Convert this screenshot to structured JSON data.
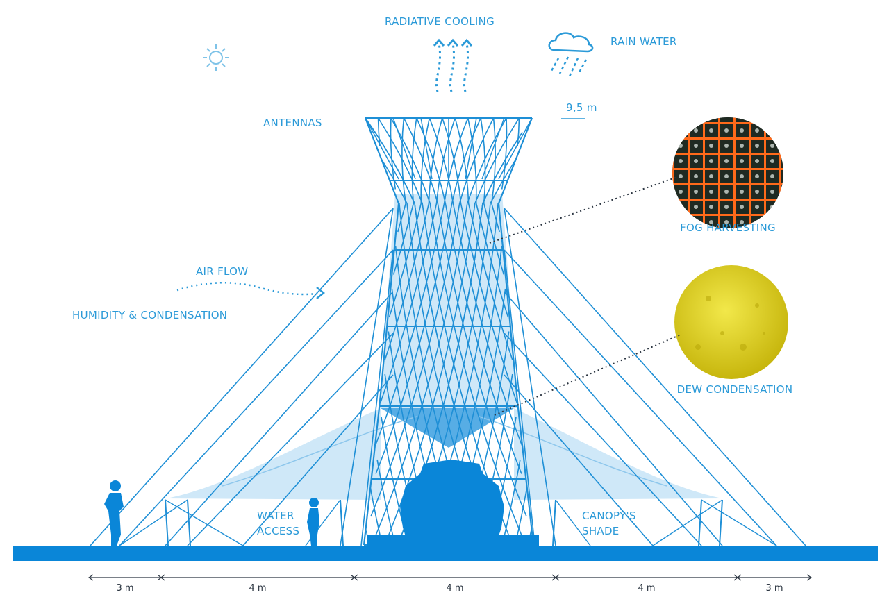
{
  "colors": {
    "accent": "#2b9ad8",
    "structure": "#1e8fd6",
    "ground": "#0a86d8",
    "fog_mesh": "#ff6a1a",
    "dew_surface": "#e6d81a",
    "dimension": "#2a3440"
  },
  "labels": {
    "radiative_cooling": "RADIATIVE COOLING",
    "rain_water": "RAIN WATER",
    "antennas": "ANTENNAS",
    "height": "9,5 m",
    "fog_harvesting": "FOG HARVESTING",
    "air_flow": "AIR FLOW",
    "humidity": "HUMIDITY & CONDENSATION",
    "dew_condensation": "DEW CONDENSATION",
    "water_access_1": "WATER",
    "water_access_2": "ACCESS",
    "canopy_shade_1": "CANOPY'S",
    "canopy_shade_2": "SHADE"
  },
  "icons": {
    "sun": "sun-icon",
    "cooling": "radiative-cooling-arrows-icon",
    "rain": "rain-cloud-icon",
    "airflow": "airflow-arrow-icon"
  },
  "dimensions": [
    {
      "label": "3 m"
    },
    {
      "label": "4 m"
    },
    {
      "label": "4 m"
    },
    {
      "label": "4 m"
    },
    {
      "label": "3 m"
    }
  ]
}
